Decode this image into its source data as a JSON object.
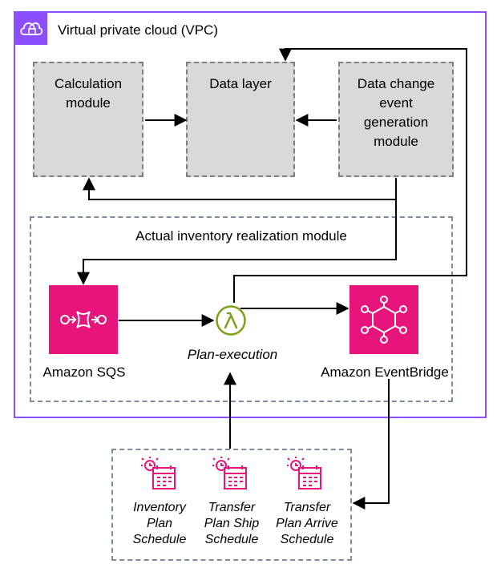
{
  "vpc": {
    "title": "Virtual private cloud (VPC)"
  },
  "boxes": {
    "calculation": "Calculation module",
    "data_layer": "Data layer",
    "data_change": "Data change event generation module"
  },
  "inventory_module": {
    "title": "Actual inventory realization module"
  },
  "services": {
    "sqs": "Amazon SQS",
    "lambda": "Plan-execution",
    "eventbridge": "Amazon EventBridge"
  },
  "schedules": [
    {
      "label": "Inventory Plan Schedule"
    },
    {
      "label": "Transfer Plan Ship Schedule"
    },
    {
      "label": "Transfer Plan Arrive Schedule"
    }
  ],
  "colors": {
    "vpc_border": "#8c4fff",
    "service_pink": "#e7157b",
    "lambda_green": "#7aa116",
    "box_gray": "#d9d9d9"
  }
}
